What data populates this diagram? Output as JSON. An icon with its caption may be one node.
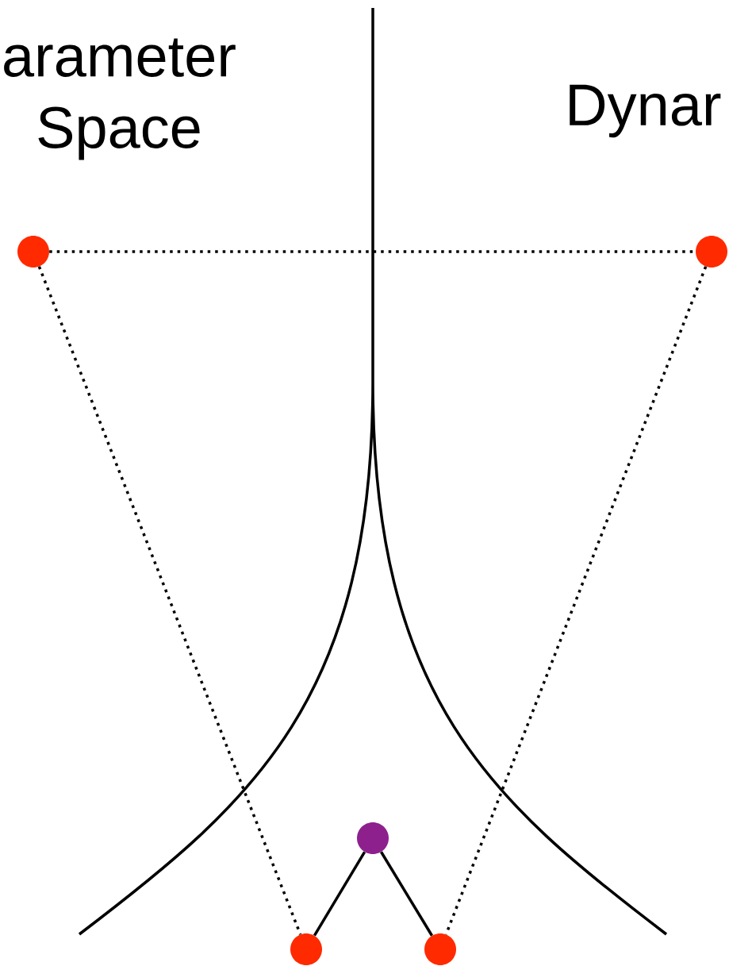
{
  "diagram": {
    "nodes": [
      {
        "text": [],
        "shape": "circle"
      },
      {
        "text": [],
        "shape": "circle"
      },
      {
        "text": [],
        "shape": "circle"
      },
      {
        "text": [],
        "shape": "circle"
      },
      {
        "text": [],
        "shape": "circle"
      }
    ],
    "edges": [
      {
        "from": 0,
        "to": 1,
        "arrow": "none",
        "style": "dashed"
      },
      {
        "from": 0,
        "to": 3,
        "arrow": "none",
        "style": "dashed"
      },
      {
        "from": 1,
        "to": 4,
        "arrow": "none",
        "style": "dashed"
      },
      {
        "from": 2,
        "to": 3,
        "arrow": "none"
      },
      {
        "from": 2,
        "to": 4,
        "arrow": "none"
      }
    ],
    "labels": [
      "arameter Space",
      "Dynar"
    ]
  }
}
